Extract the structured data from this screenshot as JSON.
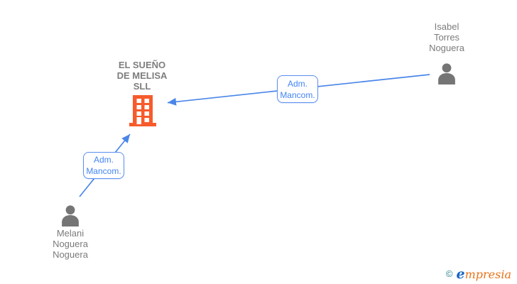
{
  "diagram": {
    "company": {
      "label": "EL SUEÑO\nDE MELISA\nSLL",
      "name": "EL SUEÑO DE MELISA SLL"
    },
    "people": [
      {
        "label": "Isabel\nTorres\nNoguera",
        "name": "Isabel Torres Noguera",
        "position": "top-right"
      },
      {
        "label": "Melani\nNoguera\nNoguera",
        "name": "Melani Noguera Noguera",
        "position": "bottom-left"
      }
    ],
    "edges": [
      {
        "from": "Isabel Torres Noguera",
        "to": "EL SUEÑO DE MELISA SLL",
        "label": "Adm.\nMancom."
      },
      {
        "from": "Melani Noguera Noguera",
        "to": "EL SUEÑO DE MELISA SLL",
        "label": "Adm.\nMancom."
      }
    ],
    "colors": {
      "arrow": "#4a86e8",
      "edge_label_text": "#4285f4",
      "edge_label_border": "#5a8ef0",
      "building_icon": "#f75b2b",
      "person_icon": "#757575",
      "node_text": "#7b7b7b"
    }
  },
  "footer": {
    "copyright_symbol": "©",
    "brand_first_letter": "e",
    "brand_rest": "mpresia",
    "brand": "empresia"
  }
}
